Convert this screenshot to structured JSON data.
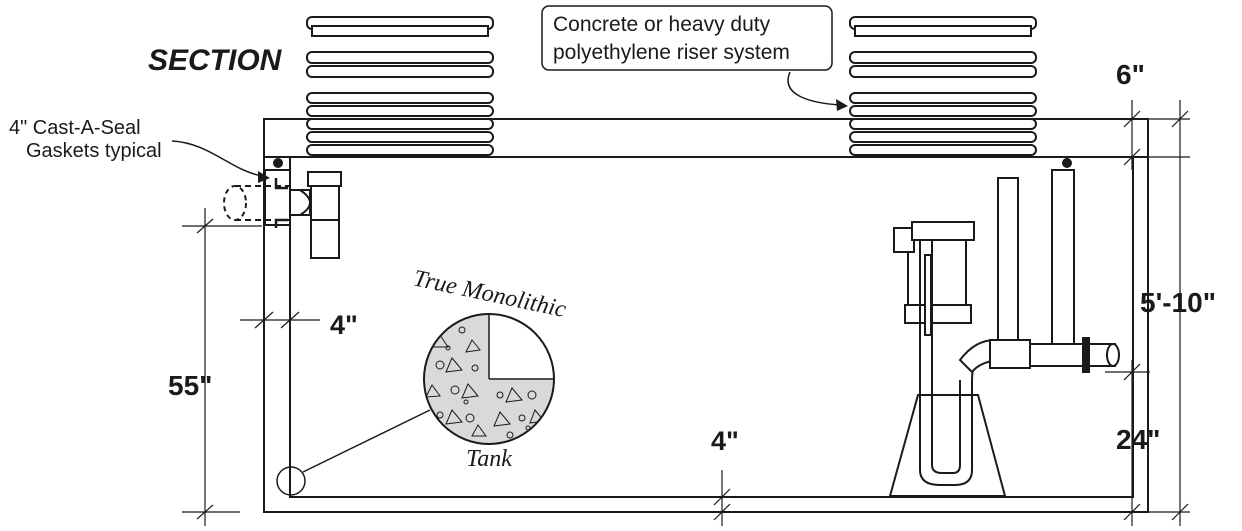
{
  "title": "SECTION",
  "callouts": {
    "riser": [
      "Concrete or heavy duty",
      "polyethylene riser system"
    ],
    "gasket": [
      "4\" Cast-A-Seal",
      "Gaskets typical"
    ]
  },
  "badge": {
    "top": "True Monolithic",
    "bottom": "Tank"
  },
  "dimensions": {
    "wall": "4\"",
    "floor": "4\"",
    "inlet_height": "55\"",
    "lid": "6\"",
    "overall_height": "5'-10\"",
    "outlet_height": "24\""
  },
  "colors": {
    "line": "#1a1a1a",
    "fill": "#ffffff",
    "shade": "#d9d9d9"
  }
}
